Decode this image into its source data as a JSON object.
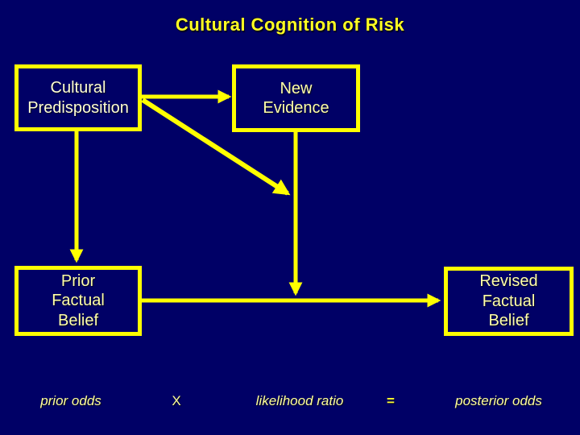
{
  "slide": {
    "title": "Cultural Cognition of Risk"
  },
  "colors": {
    "background": "#000066",
    "accent_yellow": "#ffff00",
    "title_text": "#ffff22",
    "box_text": "#ffffa8",
    "formula_text": "#ffff99"
  },
  "boxes": {
    "cultural_predisposition": {
      "label": "Cultural\nPredisposition"
    },
    "new_evidence": {
      "label": "New\nEvidence"
    },
    "prior_factual_belief": {
      "label": "Prior\nFactual\nBelief"
    },
    "revised_factual_belief": {
      "label": "Revised\nFactual\nBelief"
    }
  },
  "formula": {
    "prior_odds": "prior odds",
    "multiply_sign": "X",
    "likelihood_ratio": "likelihood ratio",
    "equals_sign": "=",
    "posterior_odds": "posterior odds"
  },
  "arrows": [
    "cultural-predisposition to new-evidence",
    "cultural-predisposition to evidence-downflow (diagonal)",
    "new-evidence down to belief-flow-line",
    "cultural-predisposition down to prior-factual-belief",
    "prior-factual-belief to revised-factual-belief"
  ]
}
